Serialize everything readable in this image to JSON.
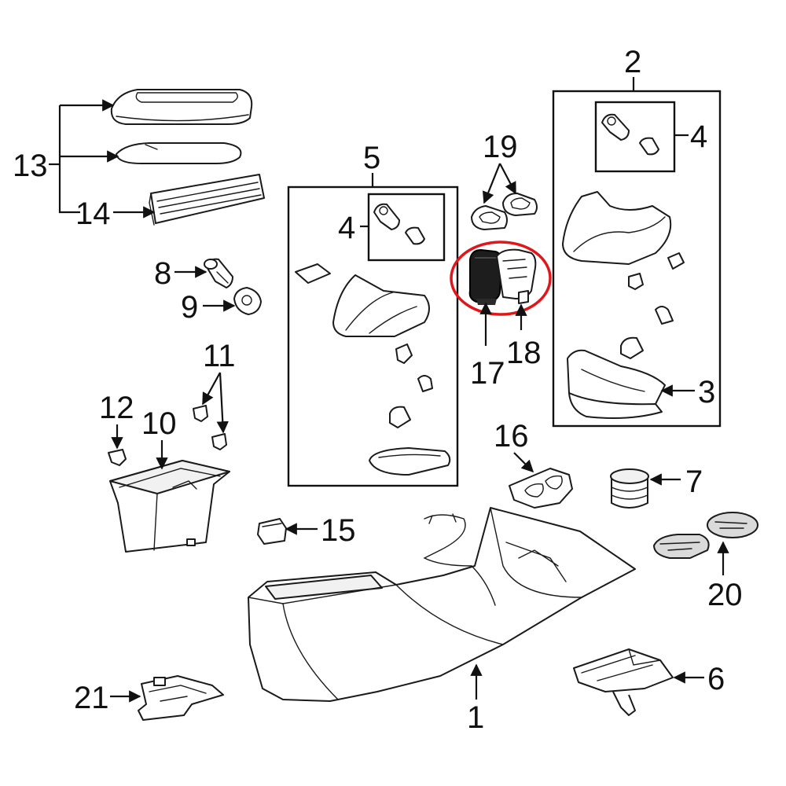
{
  "labels": {
    "l1": "1",
    "l2": "2",
    "l3": "3",
    "l4a": "4",
    "l4b": "4",
    "l5": "5",
    "l6": "6",
    "l7": "7",
    "l8": "8",
    "l9": "9",
    "l10": "10",
    "l11": "11",
    "l12": "12",
    "l13": "13",
    "l14": "14",
    "l15": "15",
    "l16": "16",
    "l17": "17",
    "l18": "18",
    "l19": "19",
    "l20": "20",
    "l21": "21"
  },
  "colors": {
    "highlight": "#e0161b",
    "line": "#111111",
    "part_fill": "#ffffff"
  },
  "highlighted_parts": [
    "17",
    "18"
  ]
}
